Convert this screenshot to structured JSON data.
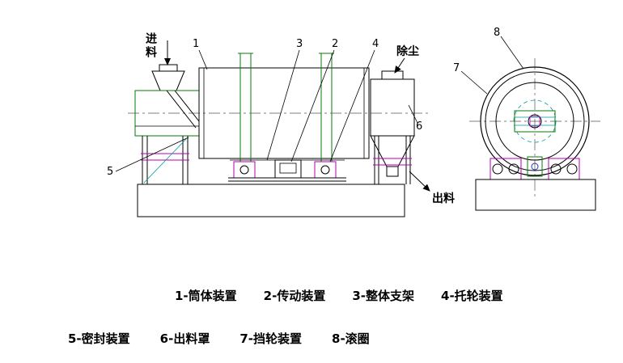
{
  "drawing": {
    "title": "rotary-drum-machine-technical-drawing",
    "callouts": [
      "1",
      "2",
      "3",
      "4",
      "5",
      "6",
      "7",
      "8"
    ],
    "labels": {
      "feed": "进料",
      "dust": "除尘",
      "discharge": "出料"
    },
    "colors": {
      "line": "#000000",
      "green": "#0a7a0a",
      "magenta": "#b400b4",
      "cyan": "#00999c",
      "blue": "#2233cc"
    }
  },
  "legend": {
    "row1": [
      "1-筒体装置",
      "2-传动装置",
      "3-整体支架",
      "4-托轮装置"
    ],
    "row2": [
      "5-密封装置",
      "6-出料罩",
      "7-挡轮装置",
      "8-滚圈"
    ]
  }
}
